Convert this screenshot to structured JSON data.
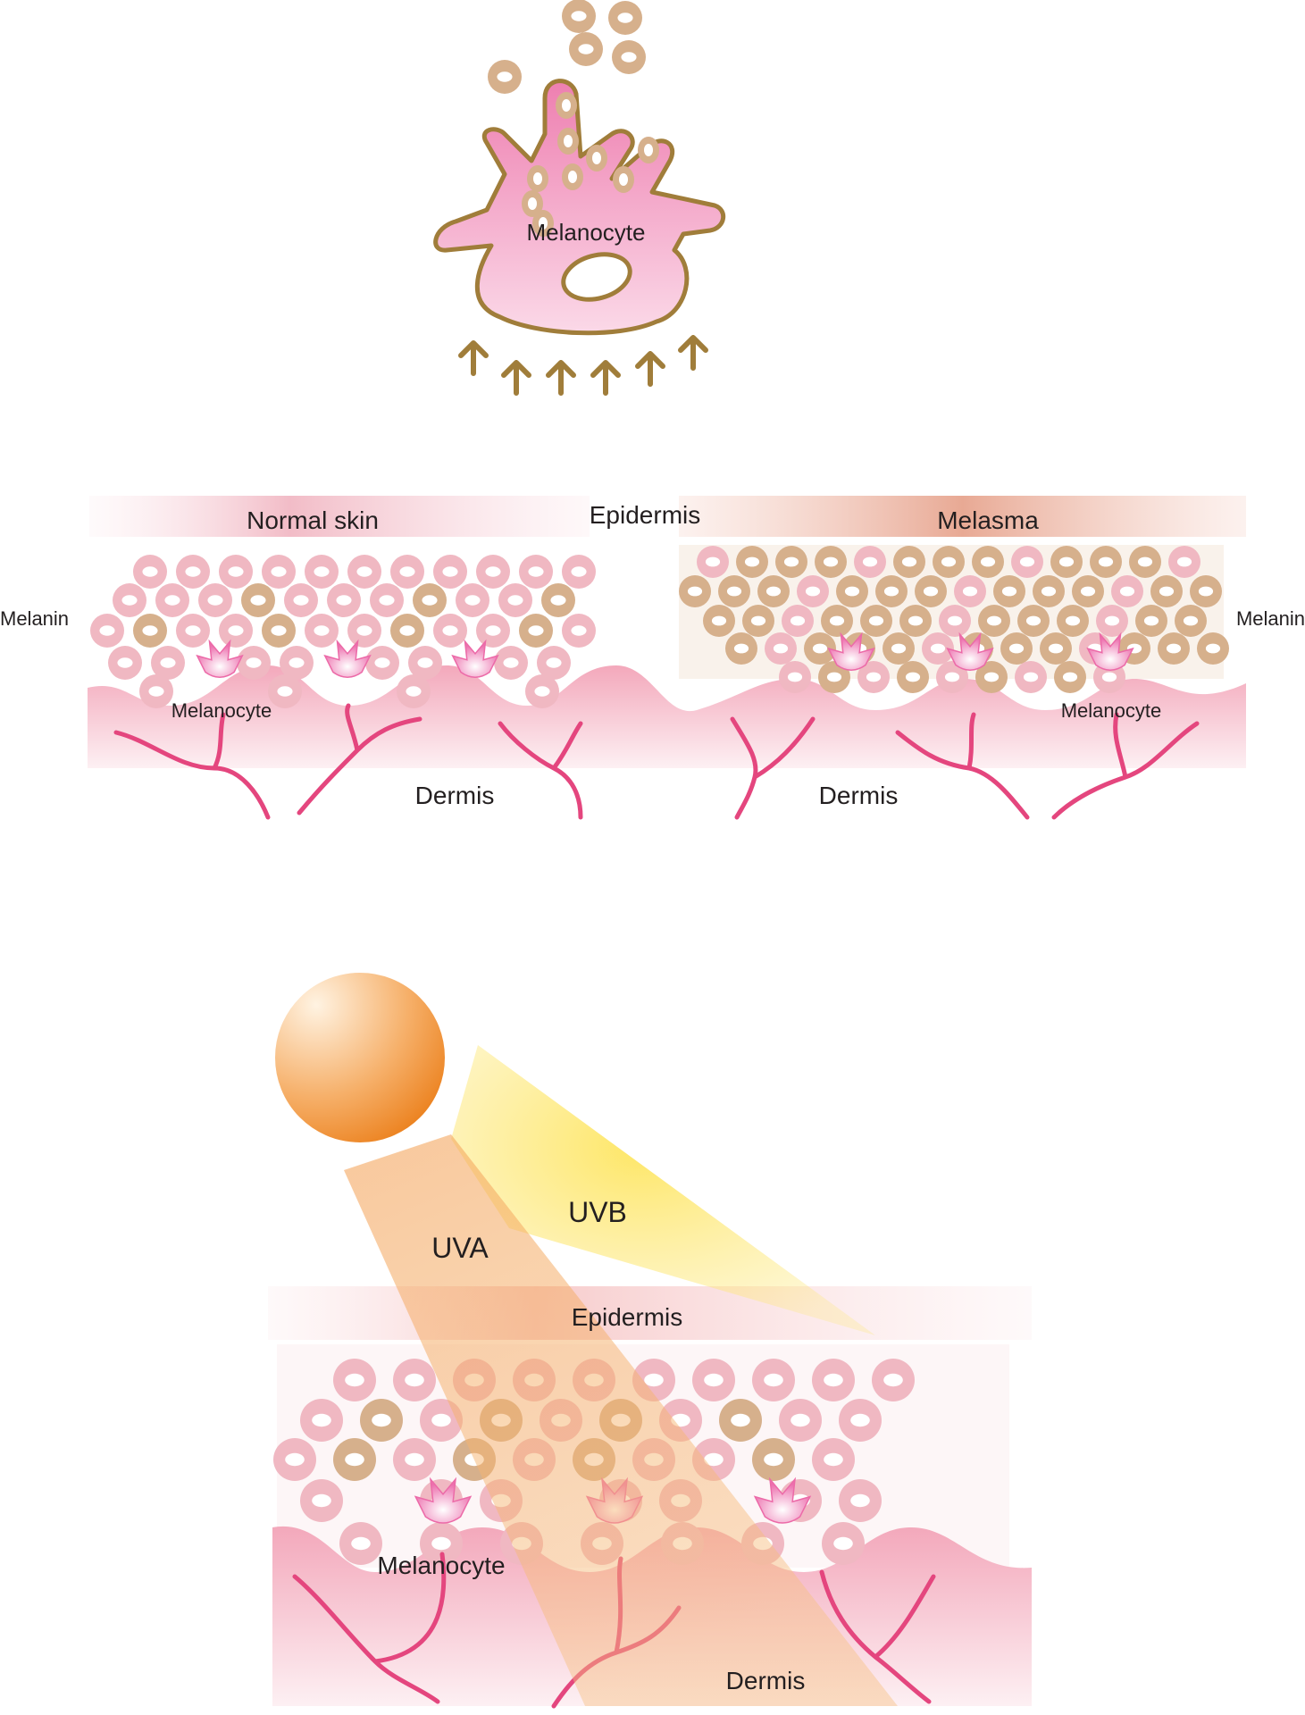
{
  "top": {
    "cell_label": "Melanocyte"
  },
  "middle": {
    "epidermis_label": "Epidermis",
    "normal_label": "Normal skin",
    "melasma_label": "Melasma",
    "melanin_left": "Melanin",
    "melanin_right": "Melanin",
    "melanocyte_left": "Melanocyte",
    "melanocyte_right": "Melanocyte",
    "dermis_left": "Dermis",
    "dermis_right": "Dermis"
  },
  "bottom": {
    "uva_label": "UVA",
    "uvb_label": "UVB",
    "epidermis_label": "Epidermis",
    "melanocyte_label": "Melanocyte",
    "dermis_label": "Dermis"
  },
  "colors": {
    "melanin_brown": "#d6b08c",
    "pink_cell": "#f0b8c2",
    "melanocyte_pink": "#ee8fb8",
    "vessel": "#e4467e",
    "outline_brown": "#a07d3a",
    "sun_orange": "#f08a24",
    "uvb_yellow": "#fde55a"
  }
}
